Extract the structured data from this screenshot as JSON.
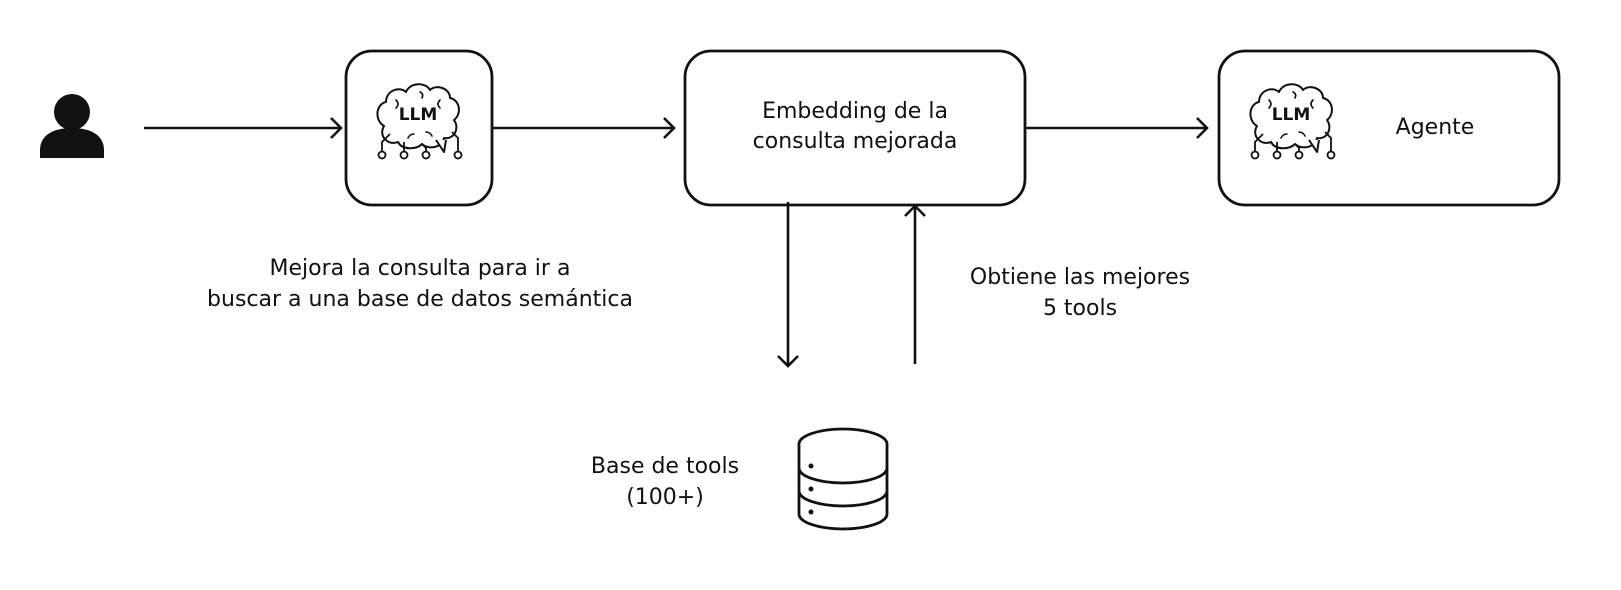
{
  "diagram": {
    "llm_box": {
      "icon": "brain-circuit-icon",
      "icon_label": "LLM"
    },
    "embedding_box": {
      "line1": "Embedding de la",
      "line2": "consulta mejorada"
    },
    "agent_box": {
      "icon": "brain-circuit-icon",
      "icon_label": "LLM",
      "label": "Agente"
    },
    "user_icon": "user-icon",
    "database_icon": "database-icon",
    "caption_llm": {
      "line1": "Mejora la consulta para ir a",
      "line2": "buscar a una base de datos semántica"
    },
    "caption_results": {
      "line1": "Obtiene las mejores",
      "line2": "5 tools"
    },
    "caption_db": {
      "line1": "Base de tools",
      "line2": "(100+)"
    }
  }
}
